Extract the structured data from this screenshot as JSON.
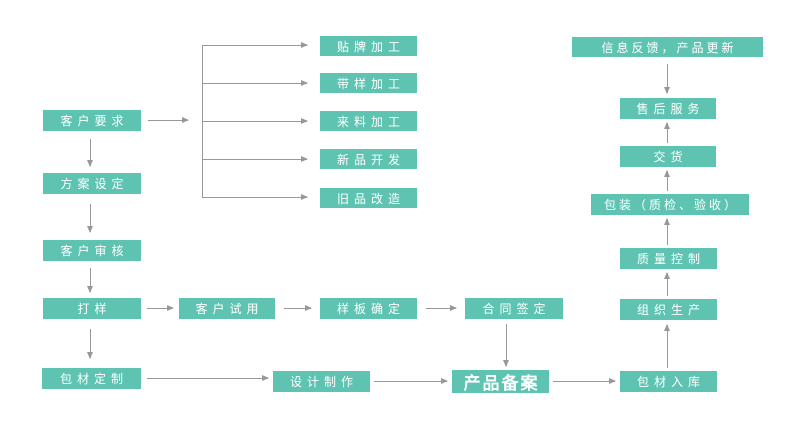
{
  "colors": {
    "box_fill": "#5ec4b1",
    "box_text": "#ffffff",
    "arrow": "#989898",
    "background": "#ffffff"
  },
  "nodes": {
    "customer_request": {
      "label": "客户要求"
    },
    "plan_setting": {
      "label": "方案设定"
    },
    "customer_review": {
      "label": "客户审核"
    },
    "proofing": {
      "label": "打样"
    },
    "packaging_material_custom": {
      "label": "包材定制"
    },
    "oem_processing": {
      "label": "贴牌加工"
    },
    "sample_processing": {
      "label": "带样加工"
    },
    "incoming_processing": {
      "label": "来料加工"
    },
    "new_product_dev": {
      "label": "新品开发"
    },
    "old_product_remake": {
      "label": "旧品改造"
    },
    "customer_trial": {
      "label": "客户试用"
    },
    "sample_confirm": {
      "label": "样板确定"
    },
    "contract_signing": {
      "label": "合同签定"
    },
    "design_production": {
      "label": "设计制作"
    },
    "product_filing": {
      "label": "产品备案"
    },
    "packaging_warehousing": {
      "label": "包材入库"
    },
    "organize_production": {
      "label": "组织生产"
    },
    "quality_control": {
      "label": "质量控制"
    },
    "packing_inspection": {
      "label": "包装（质检、验收）"
    },
    "delivery": {
      "label": "交货"
    },
    "after_sales": {
      "label": "售后服务"
    },
    "feedback_update": {
      "label": "信息反馈，产品更新"
    }
  },
  "flows": [
    {
      "from": "客户要求",
      "to": "贴牌加工"
    },
    {
      "from": "客户要求",
      "to": "带样加工"
    },
    {
      "from": "客户要求",
      "to": "来料加工"
    },
    {
      "from": "客户要求",
      "to": "新品开发"
    },
    {
      "from": "客户要求",
      "to": "旧品改造"
    },
    {
      "from": "客户要求",
      "to": "方案设定"
    },
    {
      "from": "方案设定",
      "to": "客户审核"
    },
    {
      "from": "客户审核",
      "to": "打样"
    },
    {
      "from": "打样",
      "to": "客户试用"
    },
    {
      "from": "客户试用",
      "to": "样板确定"
    },
    {
      "from": "样板确定",
      "to": "合同签定"
    },
    {
      "from": "合同签定",
      "to": "产品备案"
    },
    {
      "from": "打样",
      "to": "包材定制"
    },
    {
      "from": "包材定制",
      "to": "设计制作"
    },
    {
      "from": "设计制作",
      "to": "产品备案"
    },
    {
      "from": "产品备案",
      "to": "包材入库"
    },
    {
      "from": "包材入库",
      "to": "组织生产"
    },
    {
      "from": "组织生产",
      "to": "质量控制"
    },
    {
      "from": "质量控制",
      "to": "包装（质检、验收）"
    },
    {
      "from": "包装（质检、验收）",
      "to": "交货"
    },
    {
      "from": "交货",
      "to": "售后服务"
    },
    {
      "from": "信息反馈，产品更新",
      "to": "售后服务"
    }
  ]
}
